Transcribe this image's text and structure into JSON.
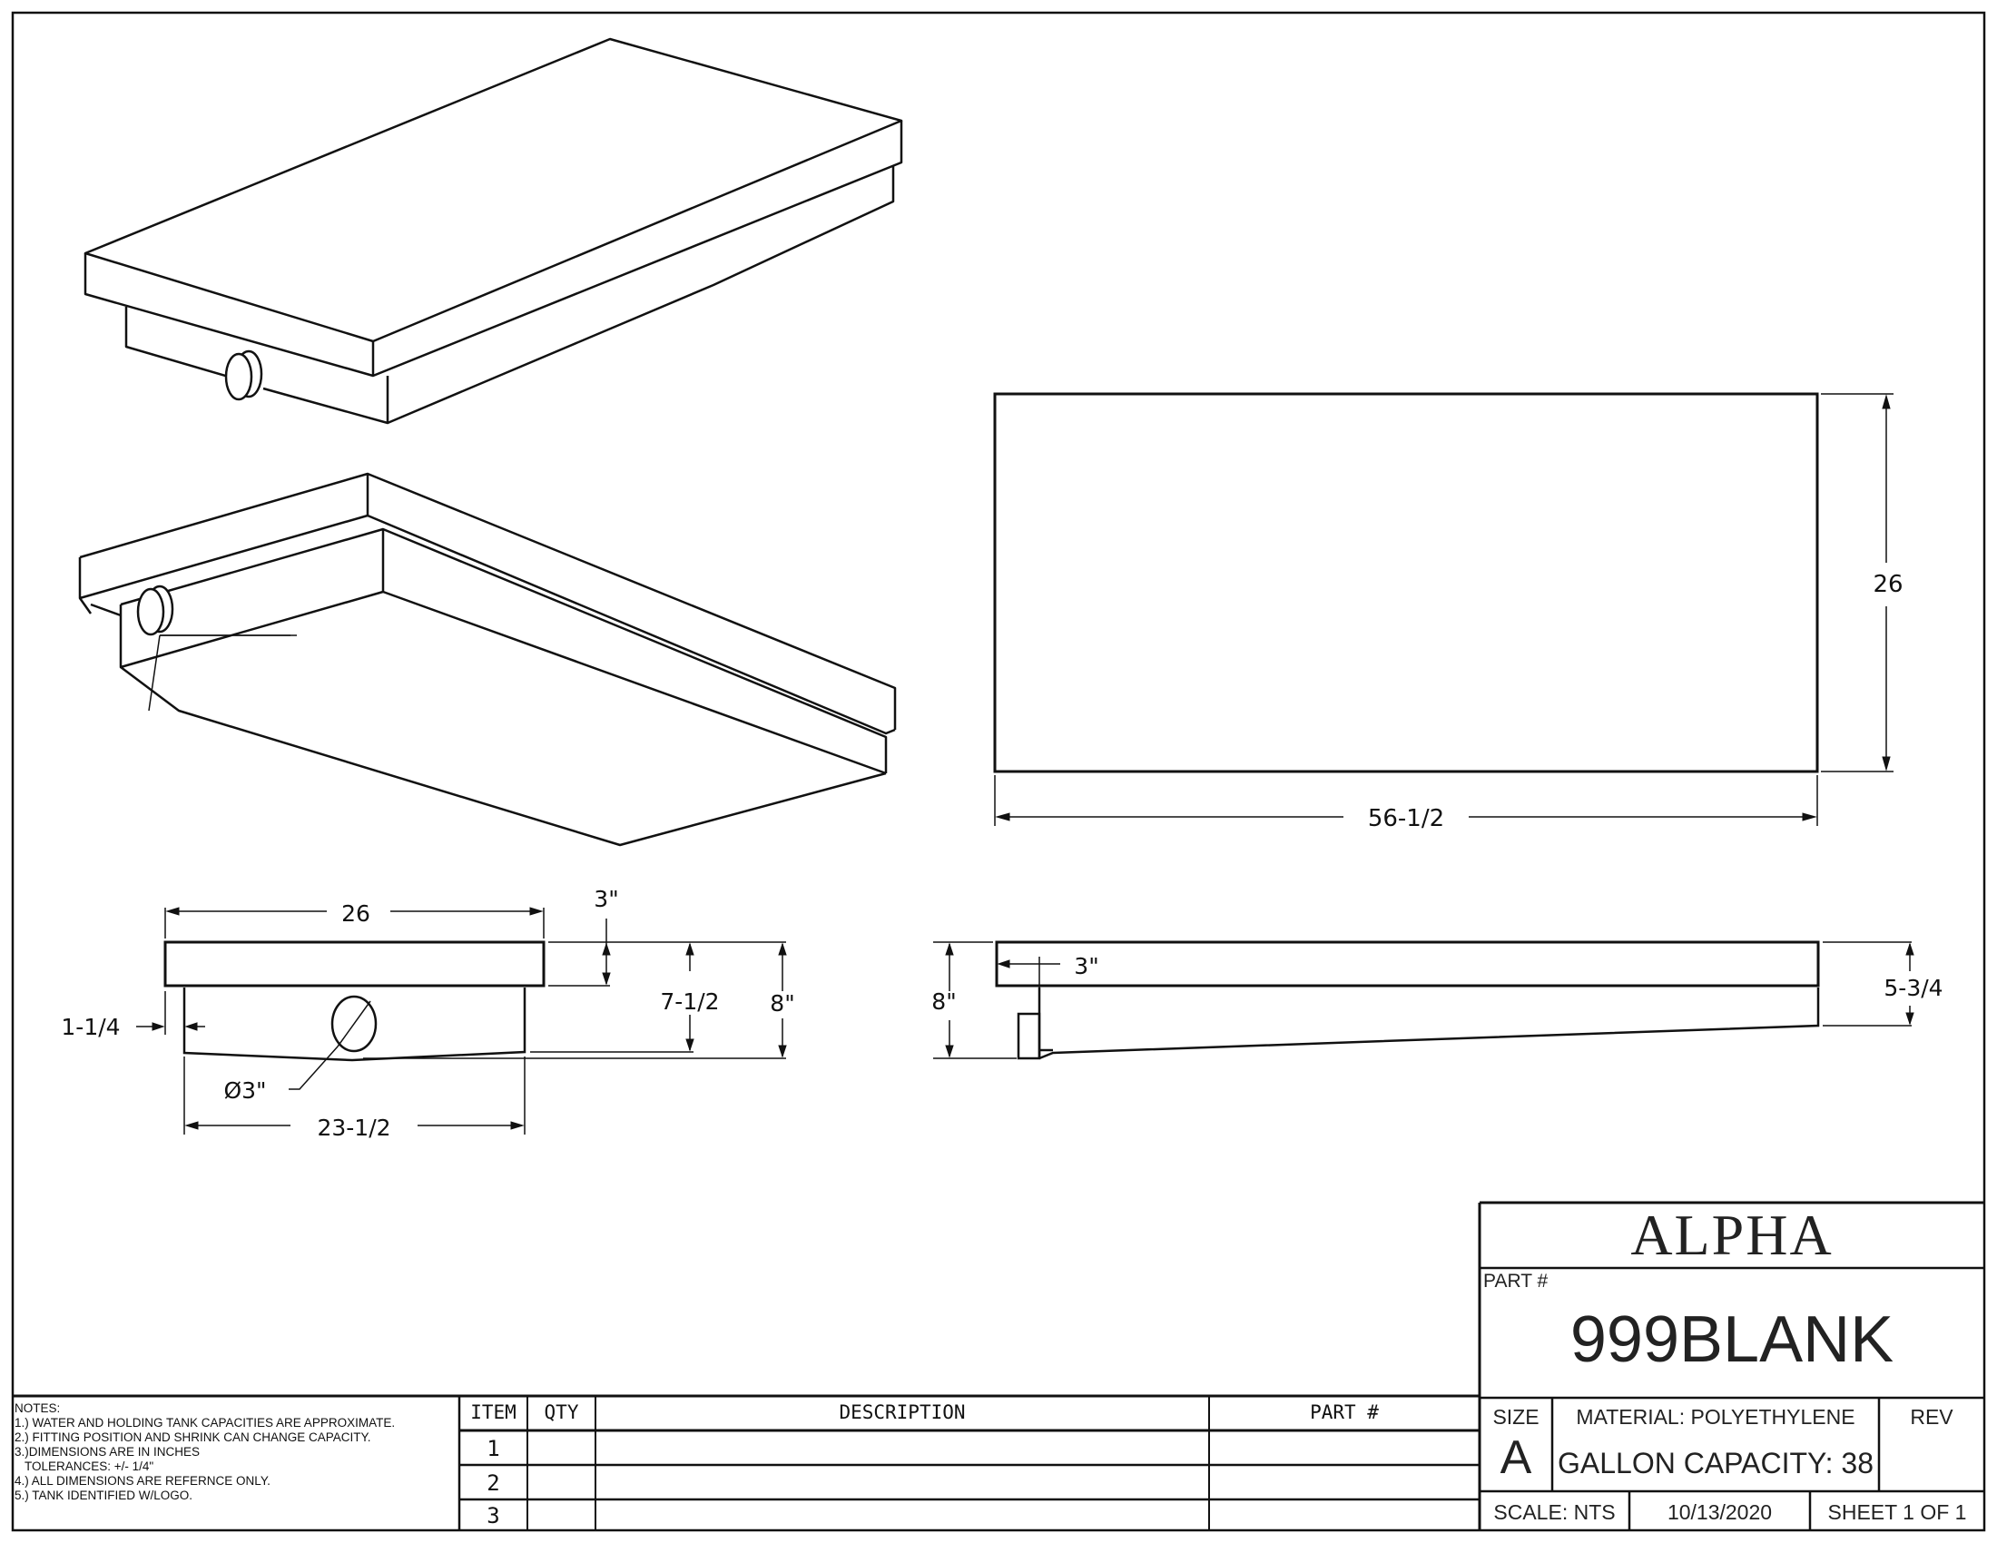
{
  "title_block": {
    "company": "ALPHA",
    "part_label": "PART #",
    "part_number": "999BLANK",
    "size_label": "SIZE",
    "size_value": "A",
    "material": "MATERIAL:  POLYETHYLENE",
    "capacity": "GALLON CAPACITY: 38",
    "rev_label": "REV",
    "rev_value": "",
    "scale": "SCALE:  NTS",
    "date": "10/13/2020",
    "sheet": "SHEET 1 OF 1"
  },
  "notes": {
    "heading": "NOTES:",
    "items": [
      "1.) WATER AND HOLDING TANK CAPACITIES ARE APPROXIMATE.",
      "2.) FITTING POSITION AND SHRINK CAN CHANGE CAPACITY.",
      "3.)DIMENSIONS ARE IN INCHES",
      "   TOLERANCES: +/- 1/4\"",
      "4.) ALL DIMENSIONS ARE REFERNCE ONLY.",
      "5.) TANK IDENTIFIED W/LOGO."
    ]
  },
  "bom": {
    "headers": [
      "ITEM",
      "QTY",
      "DESCRIPTION",
      "PART #"
    ],
    "rows": [
      {
        "item": "1",
        "qty": "",
        "description": "",
        "part": ""
      },
      {
        "item": "2",
        "qty": "",
        "description": "",
        "part": ""
      },
      {
        "item": "3",
        "qty": "",
        "description": "",
        "part": ""
      }
    ]
  },
  "views": {
    "top_view": {
      "length": "56-1/2",
      "width": "26"
    },
    "end_view": {
      "top_width": "26",
      "bottom_width": "23-1/2",
      "flange_height": "3\"",
      "body_height": "7-1/2",
      "overall_height": "8\"",
      "offset": "1-1/4",
      "fitting_diameter": "Ø3\""
    },
    "side_view": {
      "overall_height": "8\"",
      "flange_height": "3\"",
      "end_height": "5-3/4"
    }
  },
  "colors": {
    "line": "#111111",
    "background": "#ffffff"
  }
}
